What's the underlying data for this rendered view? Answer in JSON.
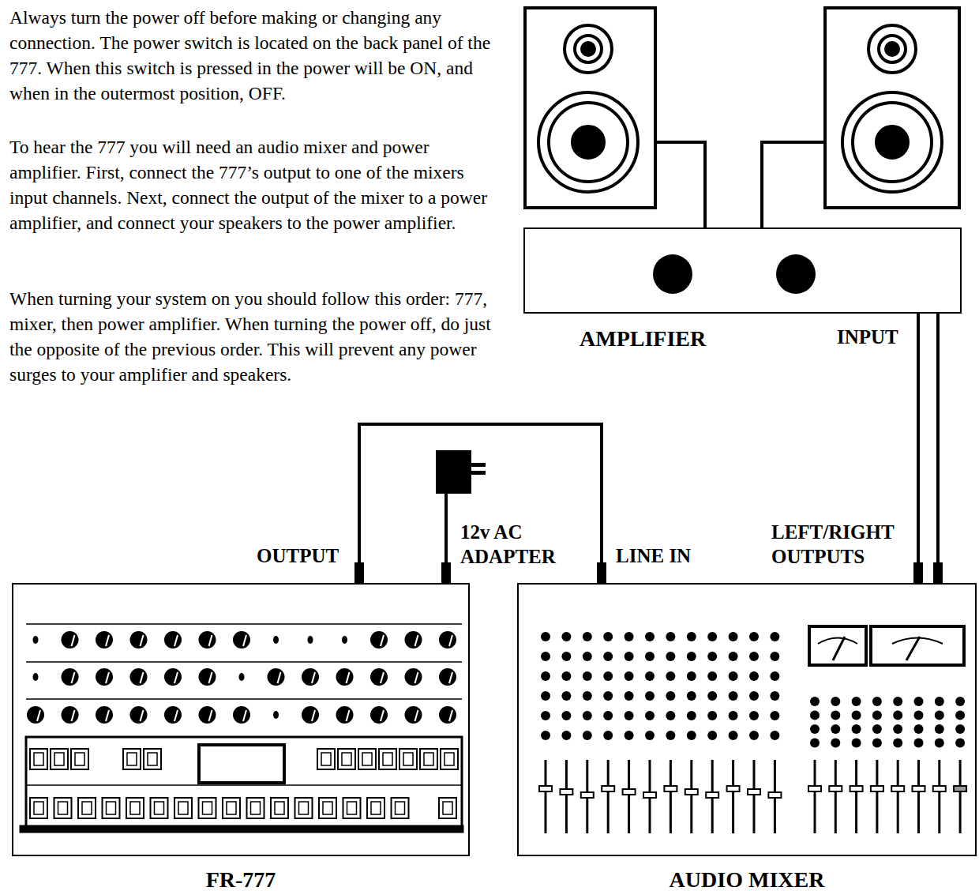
{
  "diagram": {
    "nodes": [
      {
        "text": [
          "FR-777"
        ]
      },
      {
        "text": [
          "AUDIO MIXER"
        ]
      },
      {
        "text": [
          "AMPLIFIER"
        ]
      }
    ],
    "edges": [
      {
        "from": 0,
        "to": 1,
        "arrow": "none"
      },
      {
        "from": 1,
        "to": 2,
        "arrow": "none"
      },
      {
        "from": 1,
        "to": 2,
        "arrow": "none"
      }
    ],
    "labels": [
      "Always turn the power off before making or changing any connection. The power switch is located on the back panel of the 777. When this switch is pressed in the power will be ON, and when in the outermost position, OFF.",
      "To hear the 777 you will need an audio mixer and power amplifier. First, connect the 777’s output to one of the mixers input channels. Next, connect the output of the mixer to a power amplifier, and connect your speakers to the power amplifier.",
      "When turning your system on you should follow this order: 777, mixer, then power amplifier. When turning the power off, do just the opposite of the previous order. This will prevent any power surges to your amplifier and speakers.",
      "OUTPUT",
      "12v AC ADAPTER",
      "LINE IN",
      "LEFT/RIGHT OUTPUTS",
      "INPUT"
    ]
  }
}
